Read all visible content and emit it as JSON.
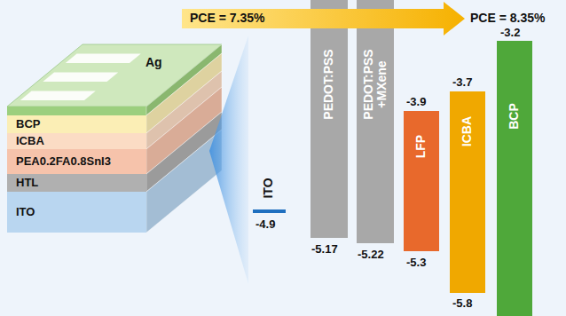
{
  "diagram": {
    "nodes": [
      {
        "text": [
          "Ag"
        ]
      },
      {
        "text": [
          "BCP"
        ]
      },
      {
        "text": [
          "ICBA"
        ]
      },
      {
        "text": [
          "PEA0.2FA0.8SnI3"
        ]
      },
      {
        "text": [
          "HTL"
        ]
      },
      {
        "text": [
          "ITO"
        ]
      },
      {
        "text": [
          "PEDOT:PSS"
        ]
      },
      {
        "text": [
          "PEDOT:PSS +MXene"
        ]
      },
      {
        "text": [
          "LFP"
        ]
      },
      {
        "text": [
          "ICBA"
        ]
      },
      {
        "text": [
          "BCP"
        ]
      }
    ],
    "labels": [
      "PCE = 7.35%",
      "PCE = 8.35%",
      "ITO",
      "-4.9",
      "-5.17",
      "-5.22",
      "-3.9",
      "-5.3",
      "-3.7",
      "-5.8",
      "-3.2"
    ]
  }
}
